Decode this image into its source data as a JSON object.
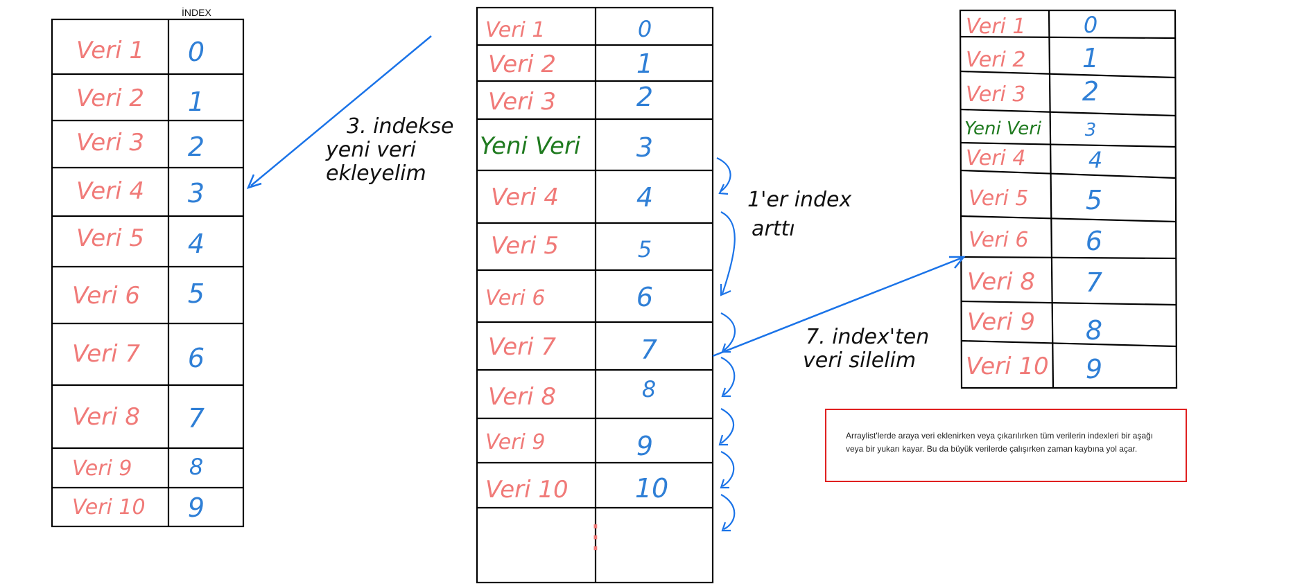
{
  "left_table": {
    "header": "İNDEX",
    "rows": [
      {
        "label": "Veri 1",
        "index": "0"
      },
      {
        "label": "Veri 2",
        "index": "1"
      },
      {
        "label": "Veri 3",
        "index": "2"
      },
      {
        "label": "Veri 4",
        "index": "3"
      },
      {
        "label": "Veri 5",
        "index": "4"
      },
      {
        "label": "Veri 6",
        "index": "5"
      },
      {
        "label": "Veri 7",
        "index": "6"
      },
      {
        "label": "Veri 8",
        "index": "7"
      },
      {
        "label": "Veri 9",
        "index": "8"
      },
      {
        "label": "Veri 10",
        "index": "9"
      }
    ]
  },
  "middle_table": {
    "rows": [
      {
        "label": "Veri 1",
        "index": "0"
      },
      {
        "label": "Veri 2",
        "index": "1"
      },
      {
        "label": "Veri 3",
        "index": "2"
      },
      {
        "label": "Yeni Veri",
        "index": "3"
      },
      {
        "label": "Veri 4",
        "index": "4"
      },
      {
        "label": "Veri 5",
        "index": "5"
      },
      {
        "label": "Veri 6",
        "index": "6"
      },
      {
        "label": "Veri 7",
        "index": "7"
      },
      {
        "label": "Veri 8",
        "index": "8"
      },
      {
        "label": "Veri 9",
        "index": "9"
      },
      {
        "label": "Veri 10",
        "index": "10"
      }
    ],
    "ellipsis": "⋮"
  },
  "right_table": {
    "rows": [
      {
        "label": "Veri 1",
        "index": "0"
      },
      {
        "label": "Veri 2",
        "index": "1"
      },
      {
        "label": "Veri 3",
        "index": "2"
      },
      {
        "label": "Yeni Veri",
        "index": "3"
      },
      {
        "label": "Veri 4",
        "index": "4"
      },
      {
        "label": "Veri 5",
        "index": "5"
      },
      {
        "label": "Veri 6",
        "index": "6"
      },
      {
        "label": "Veri 8",
        "index": "7"
      },
      {
        "label": "Veri 9",
        "index": "8"
      },
      {
        "label": "Veri 10",
        "index": "9"
      }
    ]
  },
  "notes": {
    "insert_line1": "3. indekse",
    "insert_line2": "yeni veri",
    "insert_line3": "ekleyelim",
    "shift_line1": "1'er index",
    "shift_line2": "arttı",
    "delete_line1": "7. index'ten",
    "delete_line2": "veri silelim"
  },
  "info_box": {
    "text": "Arraylist'lerde araya veri eklenirken veya çıkarılırken tüm verilerin indexleri bir aşağı veya bir yukarı kayar. Bu da büyük verilerde çalışırken zaman kaybına yol açar."
  },
  "colors": {
    "label": "#f07a78",
    "new_label": "#1f7a1f",
    "index": "#2f7fd6",
    "arrow": "#1a73e8",
    "box_border": "#e02020"
  }
}
